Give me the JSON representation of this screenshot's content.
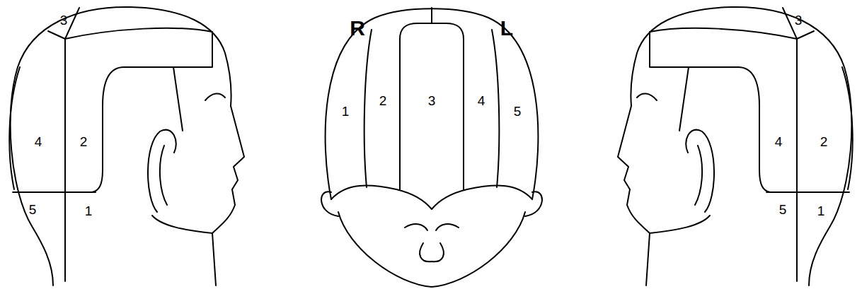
{
  "diagram": {
    "labels": [
      "3",
      "4",
      "2",
      "5",
      "1",
      "R",
      "L",
      "1",
      "2",
      "3",
      "4",
      "5",
      "3",
      "4",
      "2",
      "5",
      "1"
    ]
  }
}
